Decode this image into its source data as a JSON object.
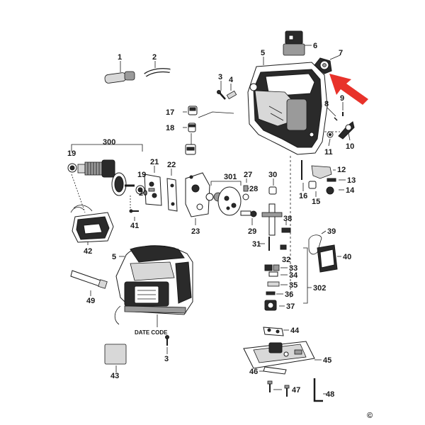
{
  "diagram": {
    "part_labels": [
      "1",
      "2",
      "3",
      "4",
      "5",
      "6",
      "7",
      "8",
      "9",
      "10",
      "11",
      "12",
      "13",
      "14",
      "15",
      "16",
      "17",
      "18",
      "19",
      "300",
      "21",
      "22",
      "19",
      "301",
      "27",
      "30",
      "20",
      "28",
      "29",
      "23",
      "41",
      "42",
      "5",
      "31",
      "32",
      "33",
      "34",
      "35",
      "36",
      "37",
      "302",
      "38",
      "39",
      "40",
      "49",
      "44",
      "45",
      "46",
      "47",
      "48",
      "43",
      "3"
    ],
    "note_date_code": "DATE CODE",
    "copyright": "©"
  },
  "colors": {
    "ink": "#1a1a1a",
    "arrow": "#e8322a",
    "background": "#ffffff"
  },
  "icons": {
    "highlight_arrow": "red-arrow-icon"
  }
}
